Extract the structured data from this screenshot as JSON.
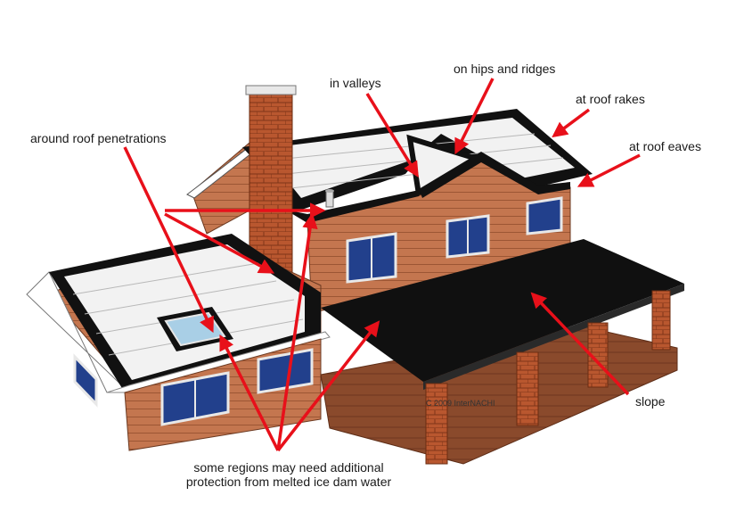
{
  "labels": {
    "penetrations": "around roof penetrations",
    "valleys": "in valleys",
    "hips": "on hips and ridges",
    "rakes": "at roof rakes",
    "eaves": "at roof eaves",
    "slope": "slope",
    "bottom_line1": "some regions may need additional",
    "bottom_line2": "protection from melted ice dam water"
  },
  "copyright": "C 2009 InterNACHI",
  "colors": {
    "arrow": "#e8101a",
    "brick": "#c4764f",
    "roof_white": "#f2f2f2",
    "underlayment": "#111111",
    "window": "#22408c",
    "floor": "#8a4a2c"
  }
}
